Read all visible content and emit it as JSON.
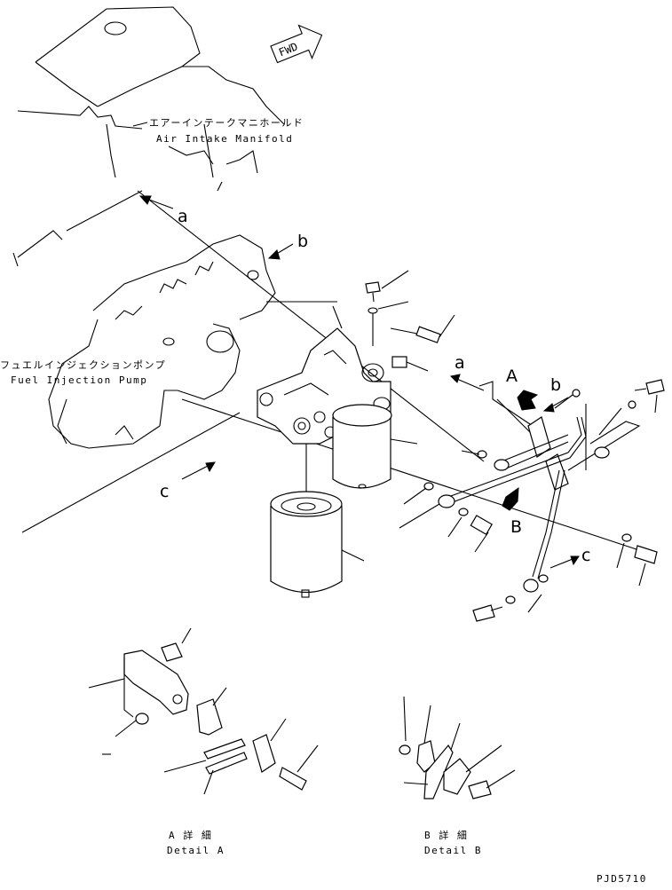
{
  "labels": {
    "manifold_jp": "エアーインテークマニホールド",
    "manifold_en": "Air Intake Manifold",
    "pump_jp": "フュエルインジェクションポンプ",
    "pump_en": "Fuel Injection Pump",
    "fwd": "FWD",
    "ref_a": "a",
    "ref_b": "b",
    "ref_c": "c",
    "view_A": "A",
    "view_B": "B",
    "detail_a_jp": "A 詳 細",
    "detail_a_en": "Detail A",
    "detail_b_jp": "B 詳 細",
    "detail_b_en": "Detail B",
    "drawing_no": "PJD5710"
  }
}
